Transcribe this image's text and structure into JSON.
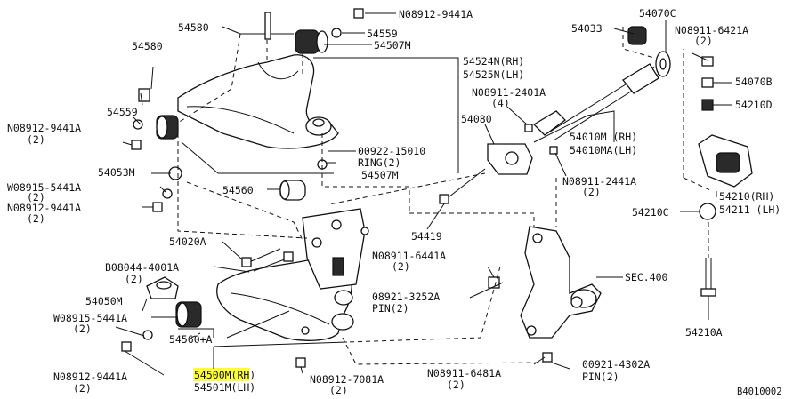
{
  "labels": {
    "p54580": "54580",
    "p08912_9441A_top": "N08912-9441A",
    "p54559_top": "54559",
    "p54507M_top": "54507M",
    "p54524N": "54524N(RH)",
    "p54525N": "54525N(LH)",
    "p54580b": "54580",
    "p54559_mid": "54559",
    "p08912_9441A_left": "N08912-9441A",
    "qty2_a": "(2)",
    "p00922": "00922-15010",
    "ring2": "RING(2)",
    "p54053M": "54053M",
    "p54507M_mid": "54507M",
    "p08915_5441A_left": "W08915-5441A",
    "qty2_b": "(2)",
    "p08912_9441A_left2": "N08912-9441A",
    "qty2_c": "(2)",
    "p54560": "54560",
    "p54020A": "54020A",
    "p08044": "B08044-4001A",
    "qty2_d": "(2)",
    "p54050M": "54050M",
    "p08915_5441A_low": "W08915-5441A",
    "qty2_e": "(2)",
    "p54560A": "54560+A",
    "p08912_9441A_bot": "N08912-9441A",
    "qty2_f": "(2)",
    "p54500M": "54500M(RH)",
    "p54501M": "54501M(LH)",
    "p08912_7081A": "N08912-7081A",
    "qty2_g": "(2)",
    "p54033": "54033",
    "p54070C": "54070C",
    "p08911_6421A": "N08911-6421A",
    "qty2_h": "(2)",
    "p54070B": "54070B",
    "p54210D": "54210D",
    "p08911_2401A": "N08911-2401A",
    "qty4": "(4)",
    "p54080": "54080",
    "p54010M": "54010M (RH)",
    "p54010MA": "54010MA(LH)",
    "p08911_2441A": "N08911-2441A",
    "qty2_i": "(2)",
    "p54419": "54419",
    "p54210RH": "54210(RH)",
    "p54211LH": "54211 (LH)",
    "p54210C": "54210C",
    "p08911_6441A": "N08911-6441A",
    "qty2_j": "(2)",
    "sec400": "SEC.400",
    "p00921_3252A": "08921-3252A",
    "pin2": "PIN(2)",
    "p54210A": "54210A",
    "p08911_6481A": "N08911-6481A",
    "qty2_k": "(2)",
    "p00921_4302A": "00921-4302A",
    "pin2b": "PIN(2)",
    "ref": "B4010002"
  }
}
